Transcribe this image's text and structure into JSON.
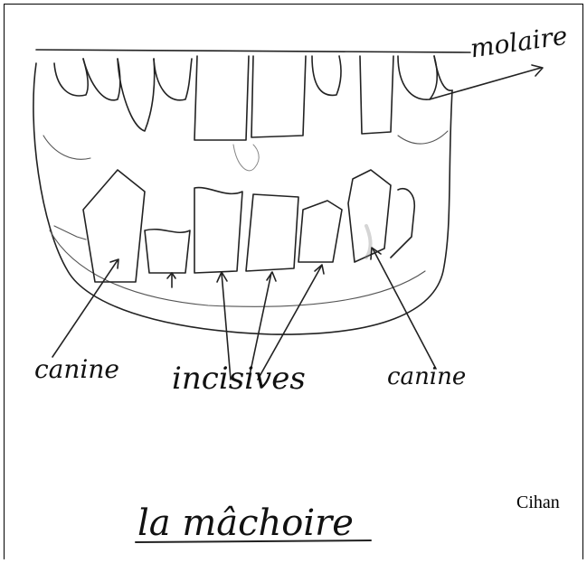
{
  "labels": {
    "molaire": "molaire",
    "canine_left": "canine",
    "incisives": "incisives",
    "canine_right": "canine",
    "title": "la mâchoire"
  },
  "author": "Cihan"
}
